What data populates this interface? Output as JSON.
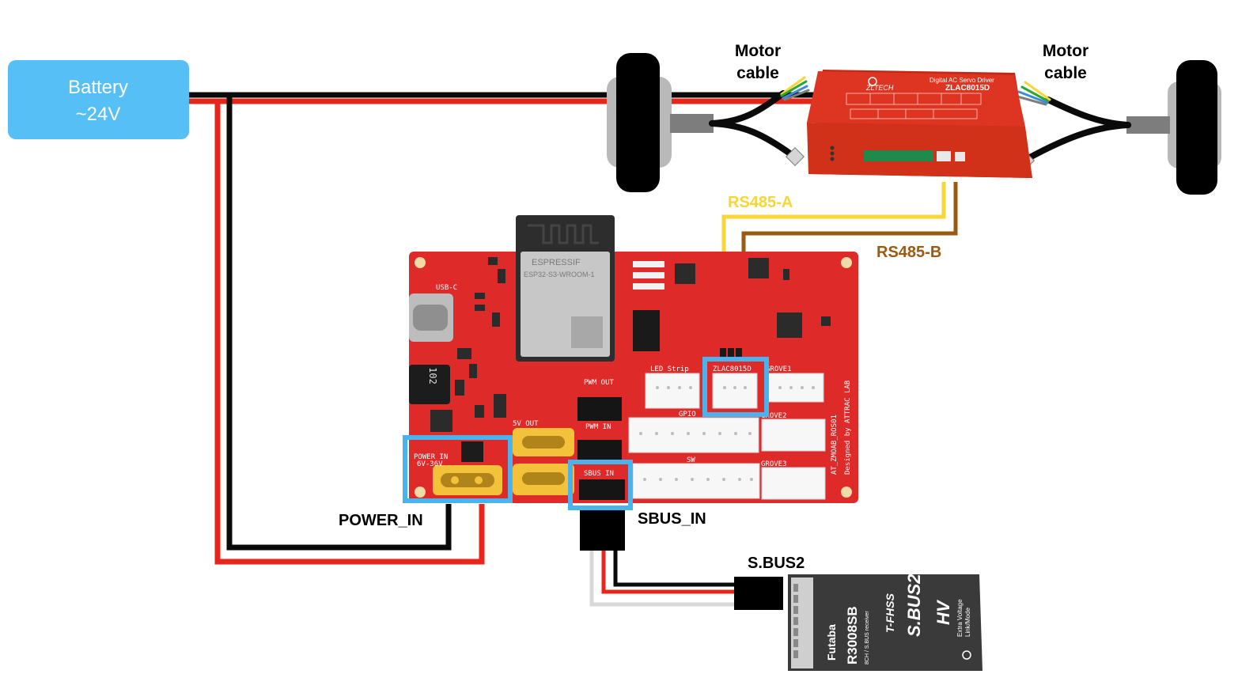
{
  "battery": {
    "line1": "Battery",
    "line2": "~24V"
  },
  "labels": {
    "motor_cable_left": [
      "Motor",
      "cable"
    ],
    "motor_cable_right": [
      "Motor",
      "cable"
    ],
    "rs485_a": "RS485-A",
    "rs485_b": "RS485-B",
    "power_in": "POWER_IN",
    "sbus_in": "SBUS_IN",
    "sbus2": "S.BUS2"
  },
  "board": {
    "module_brand": "ESPRESSIF",
    "module_name": "ESP32-S3-WROOM-1",
    "silk_usb": "USB-C",
    "silk_5v_out": "5V OUT",
    "silk_power_in": "POWER IN",
    "silk_power_range": "6V-36V",
    "silk_led_strip": "LED Strip",
    "silk_gpio": "GPIO",
    "silk_sw": "SW",
    "silk_zlac": "ZLAC8015D",
    "silk_grove1": "GROVE1",
    "silk_grove2": "GROVE2",
    "silk_grove3": "GROVE3",
    "silk_pwm_out": "PWM OUT",
    "silk_pwm_in": "PWM IN",
    "silk_sbus_in": "SBUS IN",
    "silk_name": "AT_ZMOAB_ROS01",
    "silk_designer": "Designed by ATTRAC LAB",
    "silk_inductor": "102"
  },
  "driver": {
    "brand": "ZLTECH",
    "title": "Digital AC Servo Driver",
    "model": "ZLAC8015D"
  },
  "receiver": {
    "brand": "Futaba",
    "model": "R3008SB",
    "line": "T-FHSS",
    "sbus": "S.BUS2",
    "hv": "HV",
    "sub": "8CH / S.BUS receiver",
    "ev": "Extra Voltage",
    "lm": "Link/Mode"
  },
  "colors": {
    "battery_fill": "#56bff5",
    "highlight": "#4ab3ee",
    "wire_red": "#e8251b",
    "wire_black": "#0a0a0a",
    "wire_yellow": "#f9d538",
    "wire_brown": "#9b5a12",
    "board_red": "#df2a2a",
    "driver_red": "#dd3521"
  }
}
